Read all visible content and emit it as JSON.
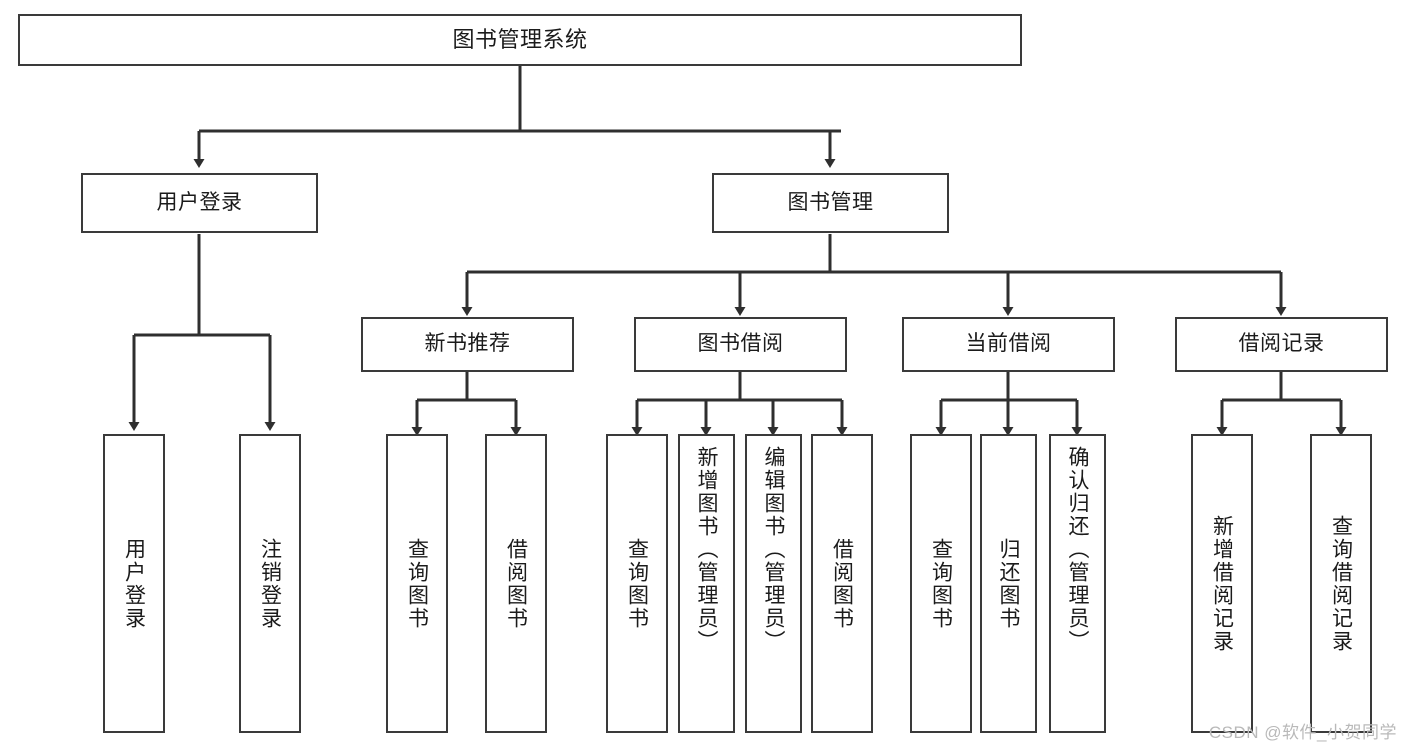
{
  "diagram": {
    "type": "tree",
    "title": "图书管理系统",
    "root": {
      "label": "图书管理系统"
    },
    "level2": [
      {
        "label": "用户登录"
      },
      {
        "label": "图书管理"
      }
    ],
    "level3": [
      {
        "label": "新书推荐"
      },
      {
        "label": "图书借阅"
      },
      {
        "label": "当前借阅"
      },
      {
        "label": "借阅记录"
      }
    ],
    "leaves": {
      "user_login": [
        {
          "label": "用户登录"
        },
        {
          "label": "注销登录"
        }
      ],
      "new_book": [
        {
          "label": "查询图书"
        },
        {
          "label": "借阅图书"
        }
      ],
      "borrow": [
        {
          "label": "查询图书"
        },
        {
          "label": "新增图书（管理员）"
        },
        {
          "label": "编辑图书（管理员）"
        },
        {
          "label": "借阅图书"
        }
      ],
      "current": [
        {
          "label": "查询图书"
        },
        {
          "label": "归还图书"
        },
        {
          "label": "确认归还（管理员）"
        }
      ],
      "records": [
        {
          "label": "新增借阅记录"
        },
        {
          "label": "查询借阅记录"
        }
      ]
    }
  },
  "watermark": {
    "text": "CSDN @软件_小贺同学"
  },
  "colors": {
    "stroke": "#3a3a3a",
    "background": "#ffffff",
    "text": "#1b1b1b",
    "watermark": "#b9b9b9"
  }
}
